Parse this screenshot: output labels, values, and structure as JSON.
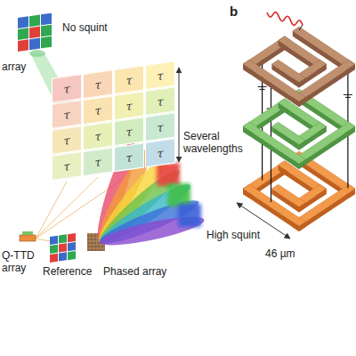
{
  "diagram": {
    "nodes": [
      {
        "text": [
          "τ"
        ]
      },
      {
        "text": [
          "τ"
        ]
      },
      {
        "text": [
          "τ"
        ]
      },
      {
        "text": [
          "τ"
        ]
      },
      {
        "text": [
          "τ"
        ]
      },
      {
        "text": [
          "τ"
        ]
      },
      {
        "text": [
          "τ"
        ]
      },
      {
        "text": [
          "τ"
        ]
      },
      {
        "text": [
          "τ"
        ]
      },
      {
        "text": [
          "τ"
        ]
      },
      {
        "text": [
          "τ"
        ]
      },
      {
        "text": [
          "τ"
        ]
      },
      {
        "text": [
          "τ"
        ]
      },
      {
        "text": [
          "τ"
        ]
      },
      {
        "text": [
          "τ"
        ]
      },
      {
        "text": [
          "τ"
        ]
      }
    ],
    "labels": [
      "No squint",
      "array",
      "Several wavelengths",
      "High squint",
      "b",
      "Q-TTD array",
      "Reference",
      "Phased array",
      "46 µm"
    ]
  }
}
